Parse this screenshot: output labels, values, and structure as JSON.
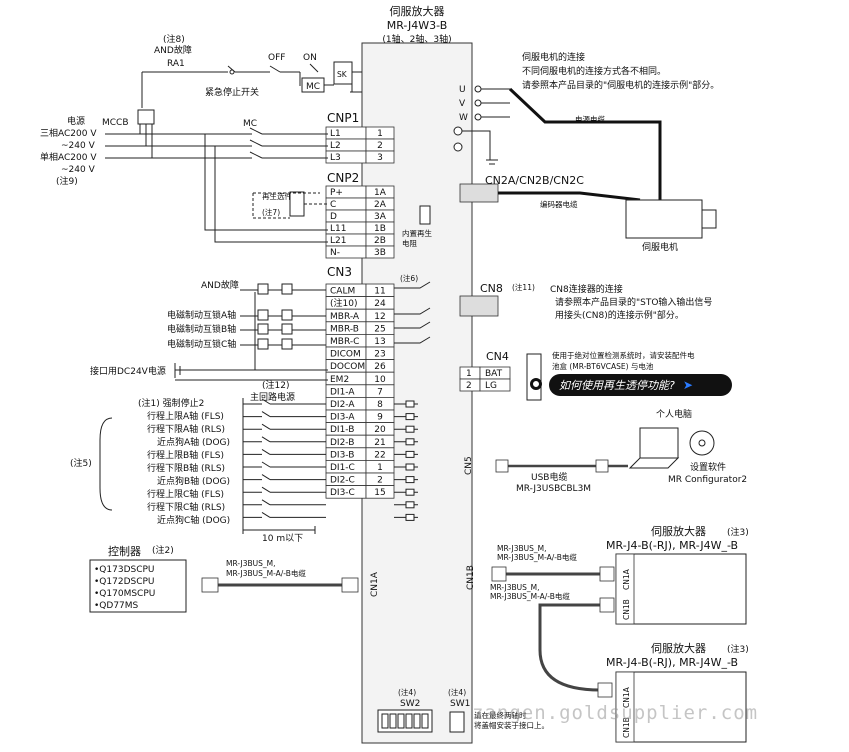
{
  "amp_title": "伺服放大器",
  "amp_model": "MR-J4W3-B",
  "amp_axes": "(1轴、2轴、3轴)",
  "left_labels": {
    "note8": "(注8)",
    "and_fault": "AND故障",
    "ra1": "RA1",
    "off": "OFF",
    "on": "ON",
    "mc_coil": "MC",
    "sk": "SK",
    "estop": "紧急停止开关",
    "mccb": "MCCB",
    "mc": "MC",
    "power": "电源",
    "three_phase": "三相AC200 V",
    "to240a": "~240 V",
    "single_phase": "单相AC200 V",
    "to240b": "~240 V",
    "note9": "(注9)",
    "regen_option": "再生选件",
    "note7": "(注7)",
    "builtin_regen": "内置再生",
    "resistor": "电阻",
    "and_fault2": "AND故障",
    "brake_a": "电磁制动互锁A轴",
    "brake_b": "电磁制动互锁B轴",
    "brake_c": "电磁制动互锁C轴",
    "dc24": "接口用DC24V电源",
    "note12": "(注12)",
    "main_circuit": "主回路电源",
    "note1_stop": "(注1) 强制停止2",
    "fls_a": "行程上限A轴 (FLS)",
    "rls_a": "行程下限A轴 (RLS)",
    "dog_a": "近点狗A轴 (DOG)",
    "fls_b": "行程上限B轴 (FLS)",
    "rls_b": "行程下限B轴 (RLS)",
    "dog_b": "近点狗B轴 (DOG)",
    "fls_c": "行程上限C轴 (FLS)",
    "rls_c": "行程下限C轴 (RLS)",
    "dog_c": "近点狗C轴 (DOG)",
    "note5": "(注5)",
    "ten_m": "10 m以下",
    "controller": "控制器",
    "note2": "(注2)",
    "cpu1": "•Q173DSCPU",
    "cpu2": "•Q172DSCPU",
    "cpu3": "•Q170MSCPU",
    "cpu4": "•QD77MS",
    "bus_cable1": "MR-J3BUS_M,",
    "bus_cable2": "MR-J3BUS_M-A/-B电缆",
    "cn1a": "CN1A"
  },
  "cnp1": {
    "title": "CNP1",
    "rows": [
      {
        "name": "L1",
        "pin": "1"
      },
      {
        "name": "L2",
        "pin": "2"
      },
      {
        "name": "L3",
        "pin": "3"
      }
    ]
  },
  "cnp2": {
    "title": "CNP2",
    "rows": [
      {
        "name": "P+",
        "pin": "1A"
      },
      {
        "name": "C",
        "pin": "2A"
      },
      {
        "name": "D",
        "pin": "3A"
      },
      {
        "name": "L11",
        "pin": "1B"
      },
      {
        "name": "L21",
        "pin": "2B"
      },
      {
        "name": "N-",
        "pin": "3B"
      }
    ]
  },
  "cn3": {
    "title": "CN3",
    "note6": "(注6)",
    "rows": [
      {
        "name": "CALM",
        "pin": "11"
      },
      {
        "name": "(注10)",
        "pin": "24"
      },
      {
        "name": "MBR-A",
        "pin": "12"
      },
      {
        "name": "MBR-B",
        "pin": "25"
      },
      {
        "name": "MBR-C",
        "pin": "13"
      },
      {
        "name": "DICOM",
        "pin": "23"
      },
      {
        "name": "DOCOM",
        "pin": "26"
      },
      {
        "name": "EM2",
        "pin": "10"
      },
      {
        "name": "DI1-A",
        "pin": "7"
      },
      {
        "name": "DI2-A",
        "pin": "8"
      },
      {
        "name": "DI3-A",
        "pin": "9"
      },
      {
        "name": "DI1-B",
        "pin": "20"
      },
      {
        "name": "DI2-B",
        "pin": "21"
      },
      {
        "name": "DI3-B",
        "pin": "22"
      },
      {
        "name": "DI1-C",
        "pin": "1"
      },
      {
        "name": "DI2-C",
        "pin": "2"
      },
      {
        "name": "DI3-C",
        "pin": "15"
      }
    ]
  },
  "right_labels": {
    "motor_conn_title": "伺服电机的连接",
    "motor_conn_1": "不同伺服电机的连接方式各不相同。",
    "motor_conn_2": "请参照本产品目录的\"伺服电机的连接示例\"部分。",
    "u": "U",
    "v": "V",
    "w": "W",
    "power_cable": "电源电缆",
    "cn2": "CN2A/CN2B/CN2C",
    "encoder_cable": "编码器电缆",
    "servo_motor": "伺服电机",
    "cn8": "CN8",
    "note11": "(注11)",
    "cn8_title": "CN8连接器的连接",
    "cn8_1": "请参照本产品目录的\"STO输入输出信号",
    "cn8_2": "用接头(CN8)的连接示例\"部分。",
    "cn4": "CN4",
    "bat": "BAT",
    "lg": "LG",
    "pin1": "1",
    "pin2": "2",
    "cn4_note1": "使用于绝对位置检测系统时，请安装配件电",
    "cn4_note2": "池盒 (MR-BT6VCASE) 与电池",
    "pc": "个人电脑",
    "software": "设置软件",
    "mr_config": "MR Configurator2",
    "cn5": "CN5",
    "usb": "USB电缆",
    "usb_model": "MR-J3USBCBL3M",
    "cn1b": "CN1B",
    "bus_right1": "MR-J3BUS_M,",
    "bus_right2": "MR-J3BUS_M-A/-B电缆",
    "bus_right3": "MR-J3BUS_M,",
    "bus_right4": "MR-J3BUS_M-A/-B电缆",
    "amp2_title": "伺服放大器",
    "amp2_note": "(注3)",
    "amp2_model": "MR-J4-B(-RJ), MR-J4W_-B",
    "amp3_title": "伺服放大器",
    "amp3_note": "(注3)",
    "amp3_model": "MR-J4-B(-RJ), MR-J4W_-B",
    "cn1a_r": "CN1A",
    "cn1b_r": "CN1B",
    "cn1a_r2": "CN1A",
    "cn1b_r2": "CN1B",
    "sw2_note": "(注4)",
    "sw2": "SW2",
    "sw1_note": "(注4)",
    "sw1": "SW1",
    "cap_note1": "请在最终两轴时",
    "cap_note2": "将盖帽安装于接口上。"
  },
  "tooltip": {
    "text": "如何使用再生透停功能?",
    "arrow": "➤"
  },
  "watermark": "zangen.goldsupplier.com"
}
